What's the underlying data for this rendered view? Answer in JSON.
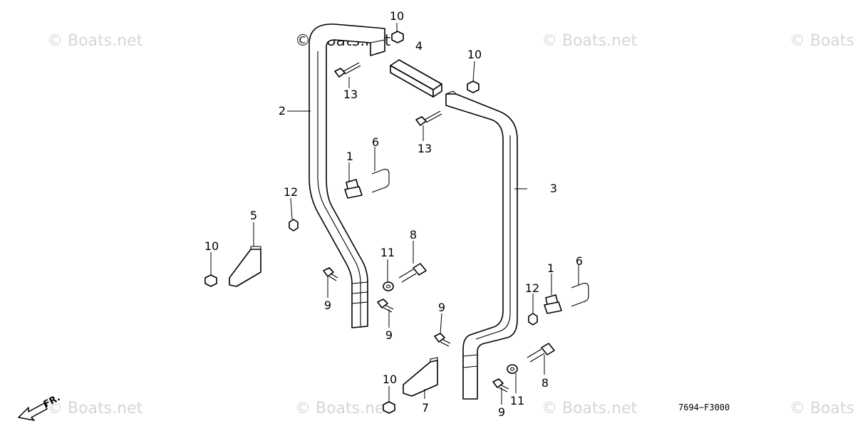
{
  "watermarks": {
    "text": "© Boats.net",
    "prominent": "© Boats.net"
  },
  "callouts": {
    "c1a": "1",
    "c1b": "1",
    "c2": "2",
    "c3": "3",
    "c4": "4",
    "c5": "5",
    "c6a": "6",
    "c6b": "6",
    "c7": "7",
    "c8a": "8",
    "c8b": "8",
    "c9a": "9",
    "c9b": "9",
    "c9c": "9",
    "c9d": "9",
    "c10a": "10",
    "c10b": "10",
    "c10c": "10",
    "c10d": "10",
    "c11a": "11",
    "c11b": "11",
    "c12a": "12",
    "c12b": "12",
    "c13a": "13",
    "c13b": "13"
  },
  "footer": {
    "part_code": "7694−F3000",
    "direction_label": "FR."
  }
}
